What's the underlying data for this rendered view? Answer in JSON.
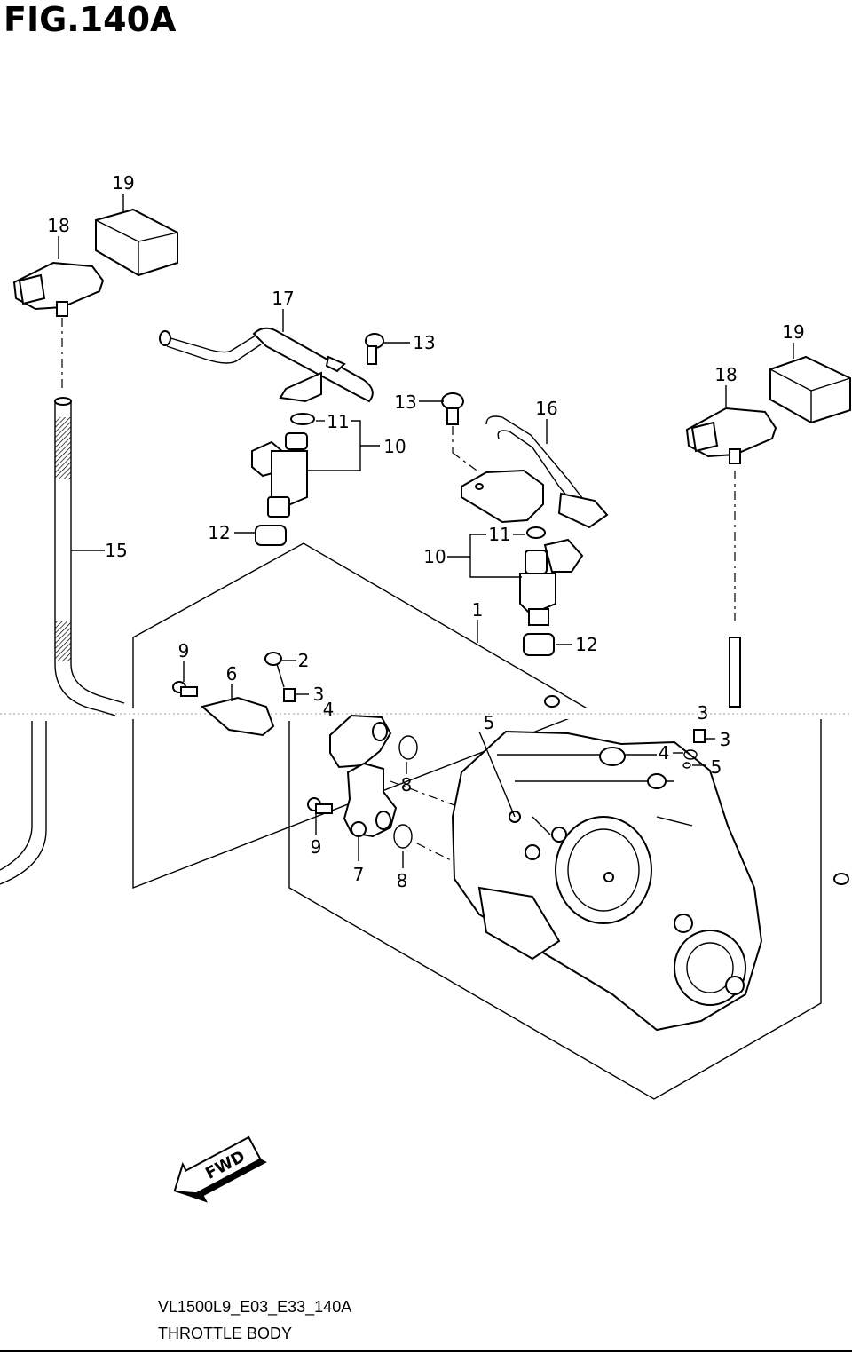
{
  "figure": {
    "title": "FIG.140A",
    "model_code": "VL1500L9_E03_E33_140A",
    "assembly_name": "THROTTLE BODY",
    "fwd_label": "FWD"
  },
  "callouts": [
    {
      "id": "c1",
      "text": "1"
    },
    {
      "id": "c2",
      "text": "2"
    },
    {
      "id": "c3a",
      "text": "3"
    },
    {
      "id": "c3b",
      "text": "3"
    },
    {
      "id": "c3c",
      "text": "3"
    },
    {
      "id": "c4a",
      "text": "4"
    },
    {
      "id": "c4b",
      "text": "4"
    },
    {
      "id": "c5a",
      "text": "5"
    },
    {
      "id": "c5b",
      "text": "5"
    },
    {
      "id": "c6",
      "text": "6"
    },
    {
      "id": "c7",
      "text": "7"
    },
    {
      "id": "c8a",
      "text": "8"
    },
    {
      "id": "c8b",
      "text": "8"
    },
    {
      "id": "c9a",
      "text": "9"
    },
    {
      "id": "c9b",
      "text": "9"
    },
    {
      "id": "c10a",
      "text": "10"
    },
    {
      "id": "c10b",
      "text": "10"
    },
    {
      "id": "c11a",
      "text": "11"
    },
    {
      "id": "c11b",
      "text": "11"
    },
    {
      "id": "c12a",
      "text": "12"
    },
    {
      "id": "c12b",
      "text": "12"
    },
    {
      "id": "c13a",
      "text": "13"
    },
    {
      "id": "c13b",
      "text": "13"
    },
    {
      "id": "c15",
      "text": "15"
    },
    {
      "id": "c16",
      "text": "16"
    },
    {
      "id": "c17",
      "text": "17"
    },
    {
      "id": "c18a",
      "text": "18"
    },
    {
      "id": "c18b",
      "text": "18"
    },
    {
      "id": "c19a",
      "text": "19"
    },
    {
      "id": "c19b",
      "text": "19"
    }
  ]
}
